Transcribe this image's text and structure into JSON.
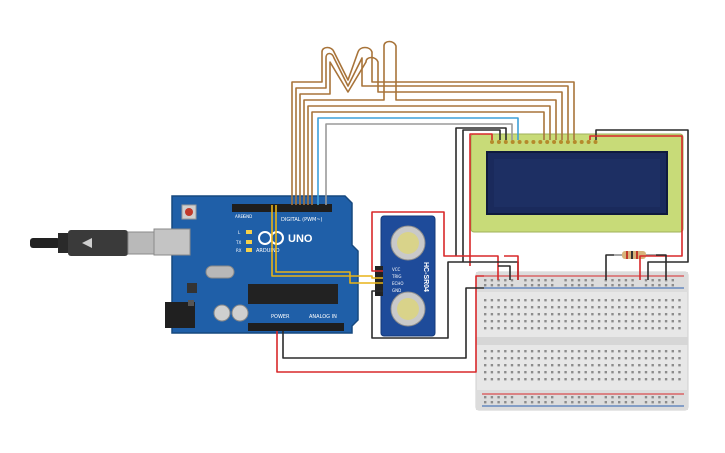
{
  "arduino": {
    "brand": "ARDUINO",
    "model": "UNO",
    "digital_header": "DIGITAL (PWM~)",
    "power_header": "POWER",
    "analog_header": "ANALOG IN",
    "aref": "AREF",
    "gnd": "GND",
    "led_l": "L",
    "led_tx": "TX",
    "led_rx": "RX"
  },
  "sensor": {
    "model": "HC-SR04",
    "pins": [
      "VCC",
      "TRIG",
      "ECHO",
      "GND"
    ]
  },
  "colors": {
    "board": "#1f5fa8",
    "board_dark": "#17497f",
    "wire_brown": "#a8743a",
    "wire_red": "#d8282a",
    "wire_black": "#2b2b2b",
    "wire_yellow": "#e8b418",
    "wire_blue": "#3ea0d8",
    "wire_gray": "#9a9a9a",
    "lcd_frame": "#c8db78",
    "lcd_screen": "#1d2f63",
    "breadboard": "#e9e9e9"
  }
}
